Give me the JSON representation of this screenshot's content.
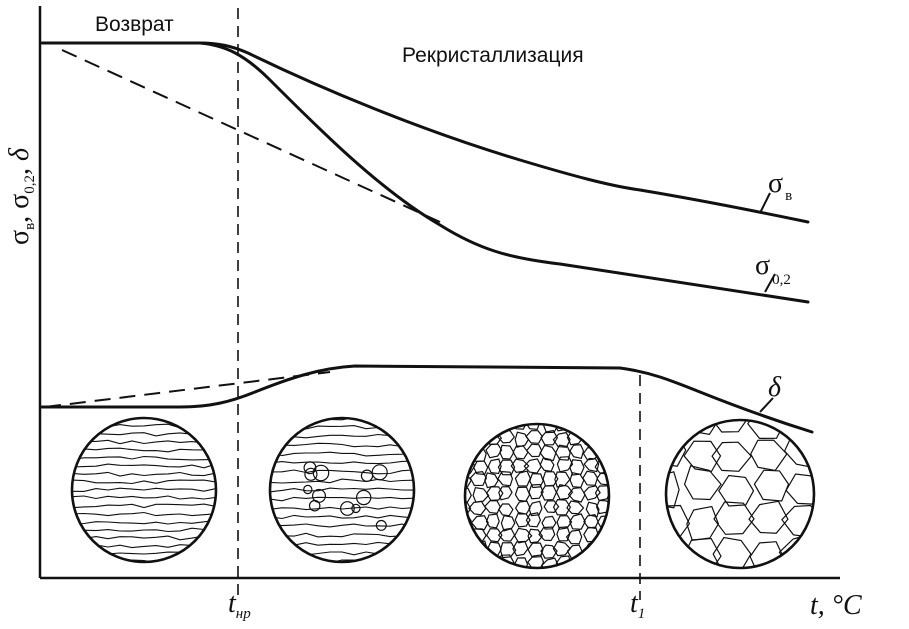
{
  "labels": {
    "recovery": "Возврат",
    "recrystallization": "Рекристаллизация"
  },
  "y_axis": {
    "sigma": "σ",
    "sub_b": "в",
    "sep1": ", ",
    "sub_02": "0,2",
    "sep2": ", ",
    "delta": "δ"
  },
  "x_axis": {
    "label": "t, °C",
    "tick_tnr_main": "t",
    "tick_tnr_sub": "нр",
    "tick_t1_main": "t",
    "tick_t1_sub": "1"
  },
  "curves": {
    "sigma_b": {
      "main": "σ",
      "sub": "в"
    },
    "sigma_02": {
      "main": "σ",
      "sub": "0,2"
    },
    "delta": {
      "main": "δ"
    }
  },
  "microstructures": [
    {
      "kind": "deformed"
    },
    {
      "kind": "recovery-nuclei"
    },
    {
      "kind": "fine-grain"
    },
    {
      "kind": "coarse-grain"
    }
  ],
  "colors": {
    "ink": "#111111",
    "paper": "#ffffff"
  }
}
